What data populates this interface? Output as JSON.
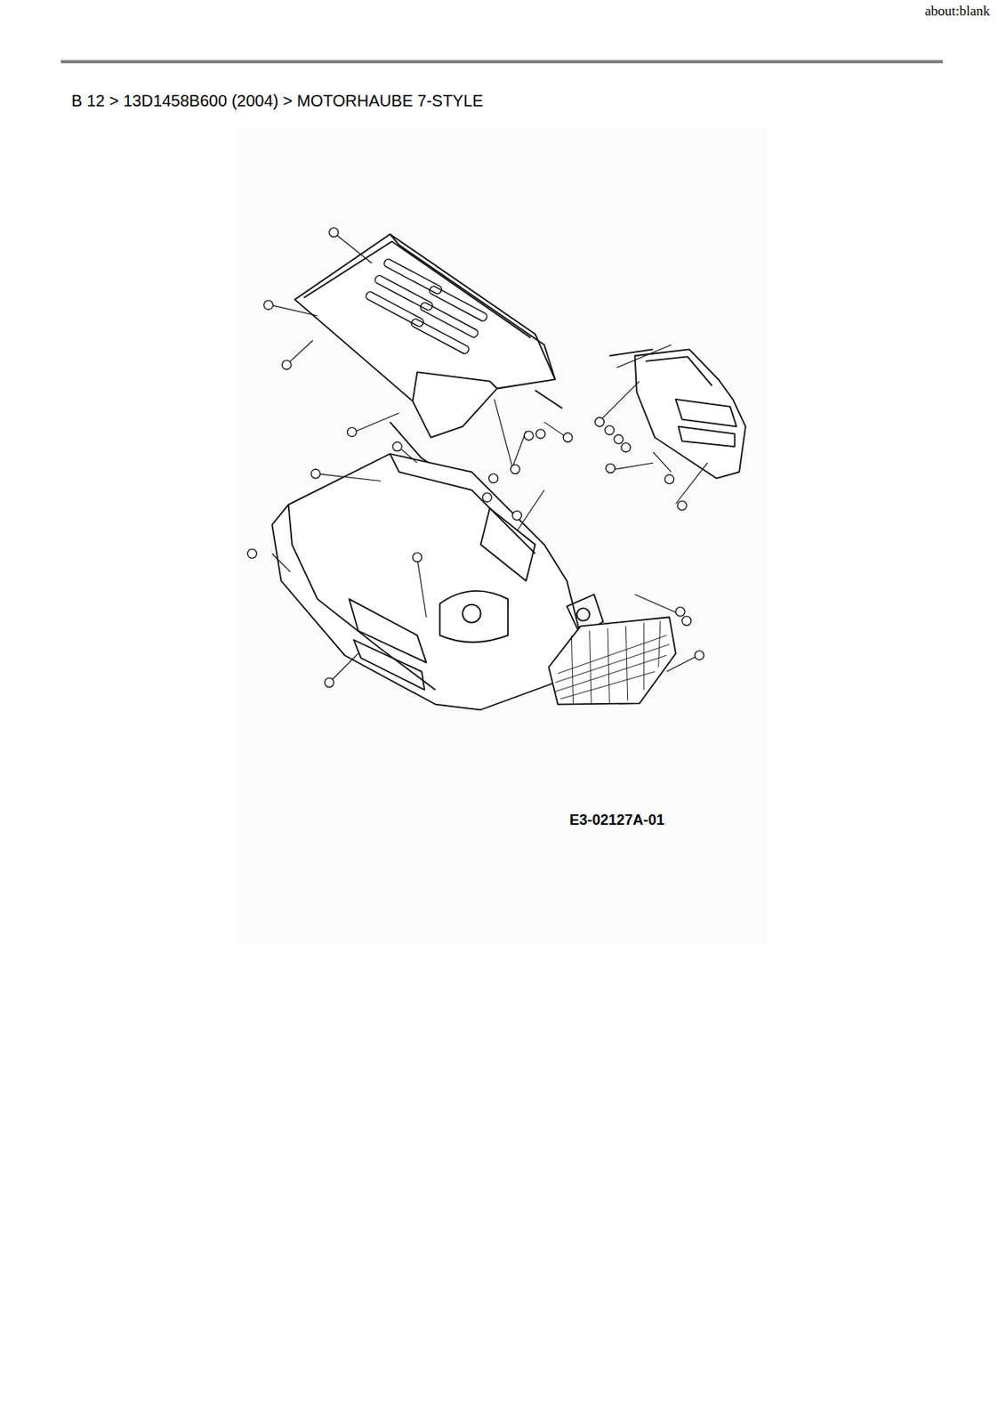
{
  "diagram": {
    "title": "B 12  >  13D1458B600 (2004)  >  MOTORHAUBE 7-STYLE",
    "labels": [
      "about:blank",
      "E3-02127A-01"
    ]
  }
}
